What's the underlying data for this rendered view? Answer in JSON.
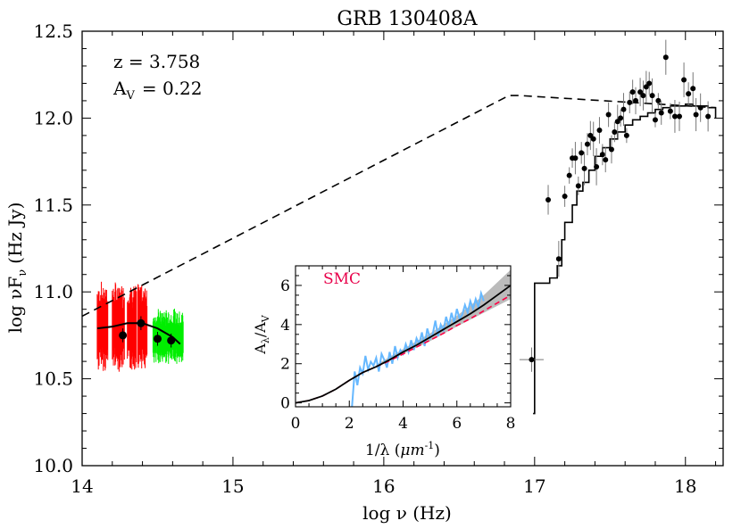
{
  "chart_data": [
    {
      "type": "scatter",
      "title": "GRB 130408A",
      "xlabel": "log ν (Hz)",
      "ylabel": "log νF",
      "ylabel_sub": "ν",
      "ylabel_units": "(Hz Jy)",
      "xlim": [
        14.0,
        18.25
      ],
      "ylim": [
        10.0,
        12.5
      ],
      "xticks": [
        14,
        15,
        16,
        17,
        18
      ],
      "xtick_labels": [
        "14",
        "15",
        "16",
        "17",
        "18"
      ],
      "yticks": [
        10.0,
        10.5,
        11.0,
        11.5,
        12.0,
        12.5
      ],
      "ytick_labels": [
        "10.0",
        "10.5",
        "11.0",
        "11.5",
        "12.0",
        "12.5"
      ],
      "annotations": {
        "z_label": "z = 3.758",
        "av_main": "A",
        "av_sub": "V",
        "av_value": "= 0.22"
      },
      "colors": {
        "red_spectrum": "#ff0000",
        "green_spectrum": "#00ee00",
        "points": "#000000"
      },
      "unabsorbed_model": {
        "style": "dashed",
        "x": [
          14.0,
          16.83,
          16.9,
          18.2
        ],
        "y": [
          10.86,
          12.13,
          12.13,
          12.06
        ]
      },
      "absorbed_model_optical": {
        "x": [
          14.1,
          14.2,
          14.3,
          14.4,
          14.5,
          14.6,
          14.65
        ],
        "y": [
          10.79,
          10.8,
          10.82,
          10.82,
          10.79,
          10.74,
          10.7
        ]
      },
      "xray_model": {
        "style": "step",
        "x": [
          16.99,
          17.0,
          17.03,
          17.1,
          17.15,
          17.18,
          17.2,
          17.25,
          17.28,
          17.32,
          17.36,
          17.4,
          17.45,
          17.5,
          17.55,
          17.6,
          17.65,
          17.7,
          17.75,
          17.8,
          17.85,
          17.9,
          17.95,
          18.0,
          18.05,
          18.1,
          18.15,
          18.2
        ],
        "y": [
          10.3,
          11.05,
          11.05,
          11.08,
          11.15,
          11.3,
          11.4,
          11.5,
          11.58,
          11.63,
          11.7,
          11.78,
          11.83,
          11.88,
          11.92,
          11.96,
          11.99,
          12.01,
          12.03,
          12.05,
          12.06,
          12.07,
          12.07,
          12.08,
          12.07,
          12.07,
          12.06,
          12.0
        ]
      },
      "optical_points": {
        "x": [
          14.27,
          14.39,
          14.5,
          14.59
        ],
        "y": [
          10.75,
          10.82,
          10.73,
          10.72
        ]
      },
      "xray_points": {
        "x": [
          16.98,
          17.09,
          17.16,
          17.2,
          17.23,
          17.25,
          17.27,
          17.29,
          17.31,
          17.33,
          17.35,
          17.37,
          17.39,
          17.41,
          17.43,
          17.45,
          17.47,
          17.49,
          17.51,
          17.53,
          17.55,
          17.57,
          17.59,
          17.61,
          17.63,
          17.65,
          17.67,
          17.7,
          17.72,
          17.74,
          17.76,
          17.78,
          17.8,
          17.82,
          17.84,
          17.87,
          17.9,
          17.93,
          17.96,
          17.99,
          18.02,
          18.05,
          18.07,
          18.1,
          18.15
        ],
        "y": [
          10.61,
          11.53,
          11.19,
          11.55,
          11.67,
          11.77,
          11.77,
          11.61,
          11.8,
          11.71,
          11.85,
          11.9,
          11.88,
          11.72,
          11.93,
          11.79,
          11.76,
          12.02,
          11.82,
          11.92,
          11.98,
          12.0,
          12.05,
          11.9,
          12.09,
          12.15,
          12.1,
          12.15,
          12.13,
          12.18,
          12.2,
          12.13,
          11.99,
          12.1,
          12.03,
          12.35,
          12.04,
          12.01,
          12.01,
          12.22,
          12.14,
          12.17,
          12.02,
          12.06,
          12.01
        ]
      }
    },
    {
      "type": "line",
      "xlabel": "1/λ (μm⁻¹)",
      "xlabel_main": "1/λ (",
      "xlabel_mu": "μm",
      "xlabel_sup": "-1",
      "xlabel_close": ")",
      "ylabel_main": "A",
      "ylabel_sub1": "λ",
      "ylabel_mid": "/A",
      "ylabel_sub2": "V",
      "legend": "SMC",
      "xlim": [
        0,
        8
      ],
      "ylim": [
        -0.2,
        7
      ],
      "xticks": [
        0,
        2,
        4,
        6,
        8
      ],
      "xtick_labels": [
        "0",
        "2",
        "4",
        "6",
        "8"
      ],
      "yticks": [
        0,
        2,
        4,
        6
      ],
      "ytick_labels": [
        "0",
        "2",
        "4",
        "6"
      ],
      "colors": {
        "data": "#66b8ff",
        "smc": "#ff0044",
        "band": "#bbbbbb",
        "fit": "#000000"
      },
      "fit_curve": {
        "x": [
          0,
          0.5,
          1.0,
          1.5,
          2.0,
          2.5,
          3.0,
          3.5,
          4.0,
          4.5,
          5.0,
          5.5,
          6.0,
          6.5,
          7.0,
          7.5,
          8.0
        ],
        "y": [
          0,
          0.12,
          0.35,
          0.7,
          1.15,
          1.55,
          1.85,
          2.2,
          2.6,
          2.95,
          3.35,
          3.75,
          4.15,
          4.55,
          5.0,
          5.5,
          6.0
        ]
      },
      "smc_curve": {
        "x": [
          0,
          0.5,
          1.0,
          1.5,
          2.0,
          2.5,
          3.0,
          3.5,
          4.0,
          4.5,
          5.0,
          5.5,
          6.0,
          6.5,
          7.0,
          7.5,
          8.0
        ],
        "y": [
          0,
          0.12,
          0.35,
          0.7,
          1.15,
          1.55,
          1.85,
          2.15,
          2.5,
          2.85,
          3.2,
          3.55,
          3.95,
          4.3,
          4.7,
          5.1,
          5.5
        ]
      },
      "uncertainty_band": {
        "x": [
          3.0,
          4.0,
          5.0,
          6.0,
          7.0,
          8.0
        ],
        "upper": [
          1.95,
          2.75,
          3.55,
          4.45,
          5.5,
          6.8
        ],
        "lower": [
          1.8,
          2.5,
          3.15,
          3.9,
          4.6,
          5.3
        ]
      },
      "data_spectrum": {
        "x": [
          2.1,
          2.2,
          2.3,
          2.4,
          2.5,
          2.6,
          2.7,
          2.8,
          2.9,
          3.0,
          3.1,
          3.2,
          3.3,
          3.4,
          3.5,
          3.6,
          3.7,
          3.8,
          3.9,
          4.0,
          4.1,
          4.2,
          4.3,
          4.4,
          4.5,
          4.6,
          4.7,
          4.8,
          4.9,
          5.0,
          5.1,
          5.2,
          5.3,
          5.4,
          5.5,
          5.6,
          5.7,
          5.8,
          5.9,
          6.0,
          6.1,
          6.2,
          6.3,
          6.4,
          6.5,
          6.6,
          6.7,
          6.8,
          6.9,
          7.0
        ],
        "y": [
          -0.2,
          1.6,
          0.9,
          1.8,
          1.5,
          2.4,
          1.7,
          2.1,
          1.9,
          2.3,
          1.6,
          2.5,
          2.2,
          1.8,
          2.6,
          2.0,
          2.9,
          2.3,
          2.7,
          2.5,
          3.0,
          2.6,
          3.2,
          2.7,
          3.3,
          3.0,
          3.6,
          2.9,
          3.8,
          3.3,
          3.5,
          4.2,
          3.4,
          4.0,
          3.7,
          4.4,
          3.9,
          4.6,
          4.1,
          4.8,
          4.3,
          4.5,
          5.0,
          4.6,
          5.2,
          4.8,
          5.3,
          4.9,
          5.6,
          5.2
        ]
      }
    }
  ]
}
